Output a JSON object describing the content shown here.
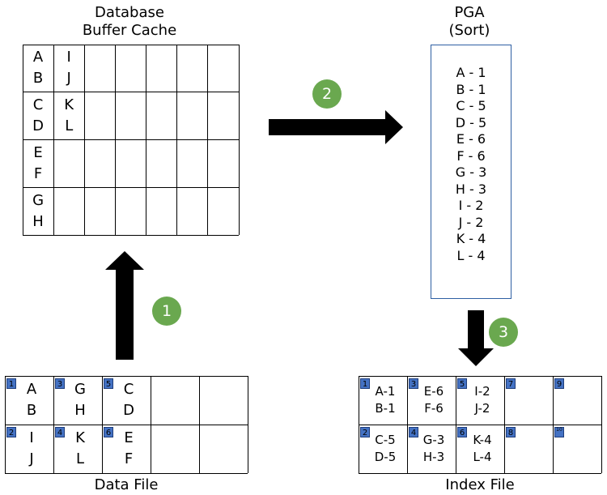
{
  "buffer_cache": {
    "title_line1": "Database",
    "title_line2": "Buffer Cache",
    "cells": [
      {
        "row": 0,
        "col": 0,
        "lines": [
          "A",
          "B"
        ]
      },
      {
        "row": 0,
        "col": 1,
        "lines": [
          "I",
          "J"
        ]
      },
      {
        "row": 1,
        "col": 0,
        "lines": [
          "C",
          "D"
        ]
      },
      {
        "row": 1,
        "col": 1,
        "lines": [
          "K",
          "L"
        ]
      },
      {
        "row": 2,
        "col": 0,
        "lines": [
          "E",
          "F"
        ]
      },
      {
        "row": 3,
        "col": 0,
        "lines": [
          "G",
          "H"
        ]
      }
    ]
  },
  "pga": {
    "title_line1": "PGA",
    "title_line2": "(Sort)",
    "items": [
      "A - 1",
      "B - 1",
      "C - 5",
      "D - 5",
      "E - 6",
      "F - 6",
      "G - 3",
      "H - 3",
      "I - 2",
      "J - 2",
      "K - 4",
      "L - 4"
    ]
  },
  "steps": [
    "1",
    "2",
    "3"
  ],
  "data_file": {
    "label": "Data File",
    "blocks": [
      {
        "row": 0,
        "col": 0,
        "num": "1",
        "lines": [
          "A",
          "B"
        ]
      },
      {
        "row": 0,
        "col": 1,
        "num": "3",
        "lines": [
          "G",
          "H"
        ]
      },
      {
        "row": 0,
        "col": 2,
        "num": "5",
        "lines": [
          "C",
          "D"
        ]
      },
      {
        "row": 1,
        "col": 0,
        "num": "2",
        "lines": [
          "I",
          "J"
        ]
      },
      {
        "row": 1,
        "col": 1,
        "num": "4",
        "lines": [
          "K",
          "L"
        ]
      },
      {
        "row": 1,
        "col": 2,
        "num": "6",
        "lines": [
          "E",
          "F"
        ]
      }
    ]
  },
  "index_file": {
    "label": "Index File",
    "blocks": [
      {
        "row": 0,
        "col": 0,
        "num": "1",
        "lines": [
          "A-1",
          "B-1"
        ]
      },
      {
        "row": 0,
        "col": 1,
        "num": "3",
        "lines": [
          "E-6",
          "F-6"
        ]
      },
      {
        "row": 0,
        "col": 2,
        "num": "5",
        "lines": [
          "I-2",
          "J-2"
        ]
      },
      {
        "row": 0,
        "col": 3,
        "num": "7",
        "lines": []
      },
      {
        "row": 0,
        "col": 4,
        "num": "9",
        "lines": []
      },
      {
        "row": 1,
        "col": 0,
        "num": "2",
        "lines": [
          "C-5",
          "D-5"
        ]
      },
      {
        "row": 1,
        "col": 1,
        "num": "4",
        "lines": [
          "G-3",
          "H-3"
        ]
      },
      {
        "row": 1,
        "col": 2,
        "num": "6",
        "lines": [
          "K-4",
          "L-4"
        ]
      },
      {
        "row": 1,
        "col": 3,
        "num": "8",
        "lines": []
      },
      {
        "row": 1,
        "col": 4,
        "num": "10",
        "lines": []
      }
    ]
  },
  "colors": {
    "step_circle": "#6aa84f",
    "block_tag": "#4472c4",
    "pga_border": "#2e5fa3"
  }
}
